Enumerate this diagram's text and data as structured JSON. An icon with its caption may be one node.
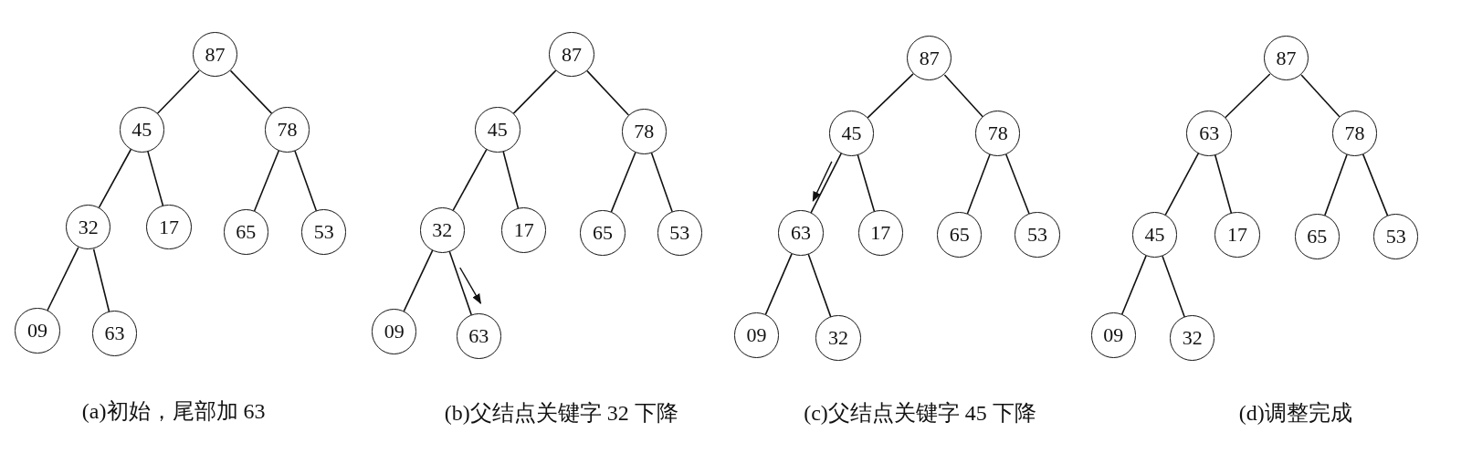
{
  "diagram": {
    "nodes": [
      {
        "text": [
          "87"
        ]
      },
      {
        "text": [
          "45"
        ]
      },
      {
        "text": [
          "78"
        ]
      },
      {
        "text": [
          "32"
        ]
      },
      {
        "text": [
          "17"
        ]
      },
      {
        "text": [
          "65"
        ]
      },
      {
        "text": [
          "53"
        ]
      },
      {
        "text": [
          "09"
        ]
      },
      {
        "text": [
          "63"
        ]
      },
      {
        "text": [
          "87"
        ]
      },
      {
        "text": [
          "45"
        ]
      },
      {
        "text": [
          "78"
        ]
      },
      {
        "text": [
          "32"
        ]
      },
      {
        "text": [
          "17"
        ]
      },
      {
        "text": [
          "65"
        ]
      },
      {
        "text": [
          "53"
        ]
      },
      {
        "text": [
          "09"
        ]
      },
      {
        "text": [
          "63"
        ]
      },
      {
        "text": [
          "87"
        ]
      },
      {
        "text": [
          "45"
        ]
      },
      {
        "text": [
          "78"
        ]
      },
      {
        "text": [
          "63"
        ]
      },
      {
        "text": [
          "17"
        ]
      },
      {
        "text": [
          "65"
        ]
      },
      {
        "text": [
          "53"
        ]
      },
      {
        "text": [
          "09"
        ]
      },
      {
        "text": [
          "32"
        ]
      },
      {
        "text": [
          "87"
        ]
      },
      {
        "text": [
          "63"
        ]
      },
      {
        "text": [
          "78"
        ]
      },
      {
        "text": [
          "45"
        ]
      },
      {
        "text": [
          "17"
        ]
      },
      {
        "text": [
          "65"
        ]
      },
      {
        "text": [
          "53"
        ]
      },
      {
        "text": [
          "09"
        ]
      },
      {
        "text": [
          "32"
        ]
      }
    ],
    "edges": [
      {
        "from": 0,
        "to": 1,
        "arrow": "none"
      },
      {
        "from": 0,
        "to": 2,
        "arrow": "none"
      },
      {
        "from": 1,
        "to": 3,
        "arrow": "none"
      },
      {
        "from": 1,
        "to": 4,
        "arrow": "none"
      },
      {
        "from": 2,
        "to": 5,
        "arrow": "none"
      },
      {
        "from": 2,
        "to": 6,
        "arrow": "none"
      },
      {
        "from": 3,
        "to": 7,
        "arrow": "none"
      },
      {
        "from": 3,
        "to": 8,
        "arrow": "none"
      },
      {
        "from": 9,
        "to": 10,
        "arrow": "none"
      },
      {
        "from": 9,
        "to": 11,
        "arrow": "none"
      },
      {
        "from": 10,
        "to": 12,
        "arrow": "none"
      },
      {
        "from": 10,
        "to": 13,
        "arrow": "none"
      },
      {
        "from": 11,
        "to": 14,
        "arrow": "none"
      },
      {
        "from": 11,
        "to": 15,
        "arrow": "none"
      },
      {
        "from": 12,
        "to": 16,
        "arrow": "none"
      },
      {
        "from": 12,
        "to": 17,
        "arrow": "none"
      },
      {
        "from": 18,
        "to": 19,
        "arrow": "none"
      },
      {
        "from": 18,
        "to": 20,
        "arrow": "none"
      },
      {
        "from": 19,
        "to": 21,
        "arrow": "none"
      },
      {
        "from": 19,
        "to": 22,
        "arrow": "none"
      },
      {
        "from": 20,
        "to": 23,
        "arrow": "none"
      },
      {
        "from": 20,
        "to": 24,
        "arrow": "none"
      },
      {
        "from": 21,
        "to": 25,
        "arrow": "none"
      },
      {
        "from": 21,
        "to": 26,
        "arrow": "none"
      },
      {
        "from": 27,
        "to": 28,
        "arrow": "none"
      },
      {
        "from": 27,
        "to": 29,
        "arrow": "none"
      },
      {
        "from": 28,
        "to": 30,
        "arrow": "none"
      },
      {
        "from": 28,
        "to": 31,
        "arrow": "none"
      },
      {
        "from": 29,
        "to": 32,
        "arrow": "none"
      },
      {
        "from": 29,
        "to": 33,
        "arrow": "none"
      },
      {
        "from": 30,
        "to": 34,
        "arrow": "none"
      },
      {
        "from": 30,
        "to": 35,
        "arrow": "none"
      }
    ],
    "labels": [
      "(a)初始，尾部加 63",
      "(b)父结点关键字 32 下降",
      "(c)父结点关键字 45 下降",
      "(d)调整完成"
    ]
  }
}
